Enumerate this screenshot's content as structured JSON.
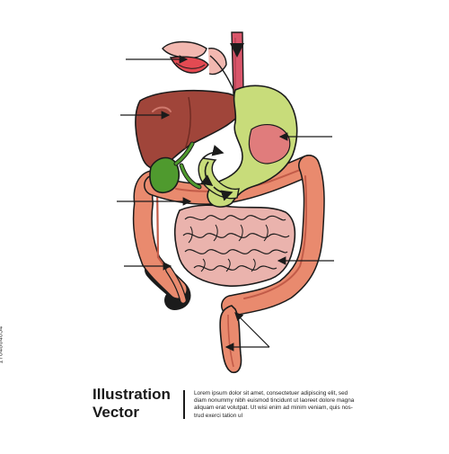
{
  "caption": {
    "title_line1": "Illustration",
    "title_line2": "Vector",
    "body_lines": [
      "Lorem ipsum dolor sit amet, consectetuer adipiscing elit, sed",
      "diam nonummy nibh euismod tincidunt ut laoreet dolore magna",
      "aliquam erat volutpat. Ut wisi enim ad minim veniam, quis nos-",
      "trud exerci tation ul"
    ]
  },
  "watermark_id": "1704864054",
  "colors": {
    "outline": "#1b1b1b",
    "liver": "#a0453a",
    "gallbladder": "#4f9a2e",
    "stomach": "#c8dc7a",
    "stomach_lining": "#e07c7c",
    "large_intestine": "#e98a6e",
    "small_intestine": "#eab3ad",
    "esophagus": "#d9556a",
    "mouth": "#f2b8b0"
  }
}
